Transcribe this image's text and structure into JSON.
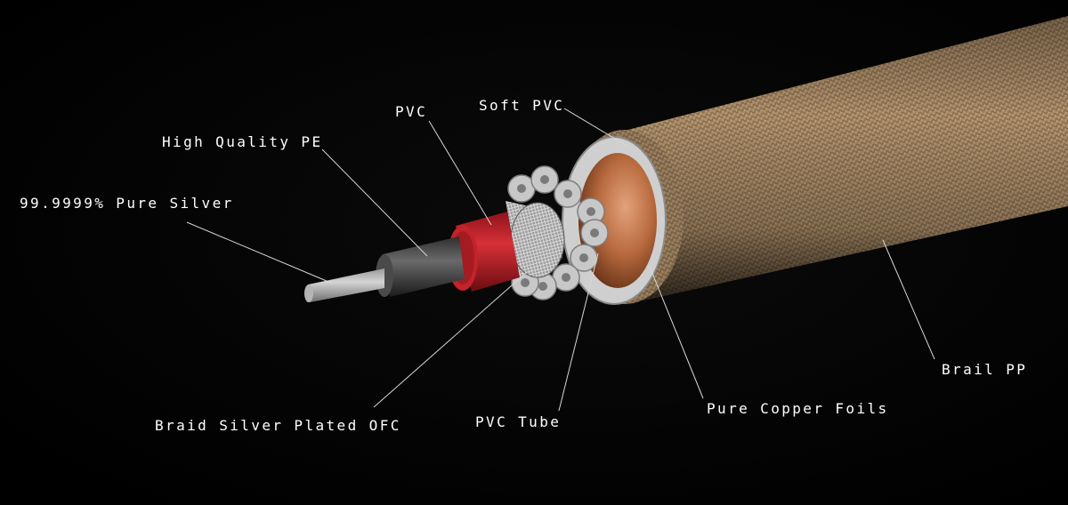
{
  "labels": {
    "pure_silver": "99.9999% Pure Silver",
    "high_quality_pe": "High Quality PE",
    "pvc": "PVC",
    "soft_pvc": "Soft PVC",
    "braid_silver_plated_ofc": "Braid Silver Plated OFC",
    "pvc_tube": "PVC Tube",
    "pure_copper_foils": "Pure Copper Foils",
    "brail_pp": "Brail PP"
  },
  "colors": {
    "background": "#020202",
    "label_text": "#ffffff",
    "leader_line": "#d8d8d8",
    "outer_braid": "#a88a66",
    "soft_pvc_jacket": "#cfcfcf",
    "copper_foil": "#b86a3e",
    "pvc_tube": "#c8c8c8",
    "pvc_red": "#c4232b",
    "pe_insulation": "#4a4a4a",
    "silver_core": "#b5b5b5"
  }
}
